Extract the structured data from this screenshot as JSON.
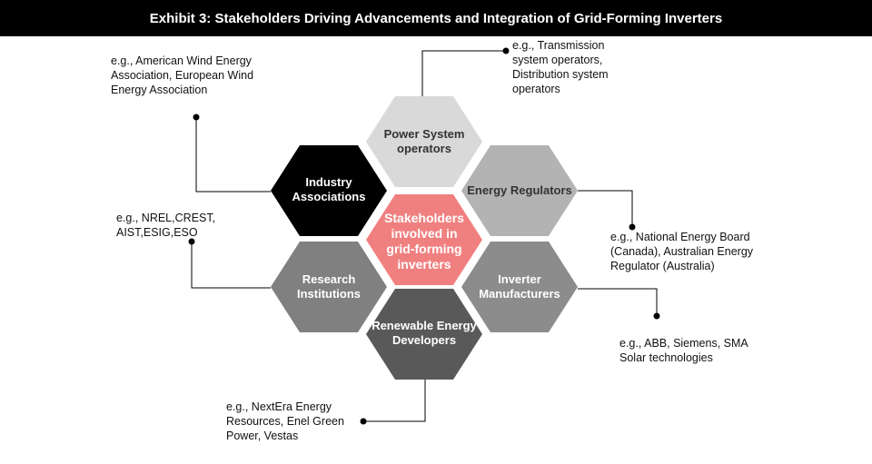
{
  "title": "Exhibit 3: Stakeholders Driving Advancements and Integration of Grid-Forming Inverters",
  "colors": {
    "center": "#f08080",
    "power_system": "#d9d9d9",
    "energy_regulators": "#b3b3b3",
    "inverter_manufacturers": "#8c8c8c",
    "renewable_developers": "#595959",
    "research_institutions": "#808080",
    "industry_associations": "#000000",
    "connector": "#000000"
  },
  "center": {
    "label": "Stakeholders involved in grid-forming inverters"
  },
  "stakeholders": {
    "power_system": {
      "label": "Power System operators",
      "example": "e.g., Transmission\nsystem operators,\nDistribution system\noperators"
    },
    "energy_regulators": {
      "label": "Energy Regulators",
      "example": "e.g., National Energy Board\n(Canada), Australian Energy\nRegulator (Australia)"
    },
    "inverter_manufacturers": {
      "label": "Inverter Manufacturers",
      "example": "e.g., ABB, Siemens, SMA\nSolar technologies"
    },
    "renewable_developers": {
      "label": "Renewable Energy Developers",
      "example": "e.g., NextEra Energy\nResources, Enel Green\nPower, Vestas"
    },
    "research_institutions": {
      "label": "Research Institutions",
      "example": "e.g., NREL,CREST,\nAIST,ESIG,ESO"
    },
    "industry_associations": {
      "label": "Industry Associations",
      "example": "e.g., American Wind Energy\nAssociation, European Wind\nEnergy Association"
    }
  }
}
